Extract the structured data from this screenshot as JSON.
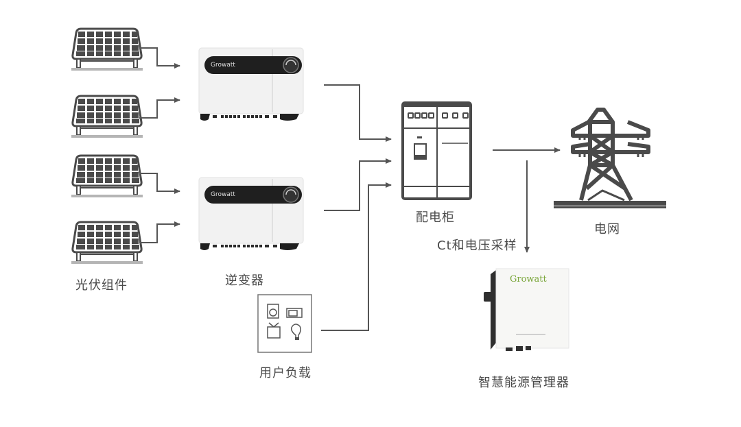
{
  "labels": {
    "pv_modules": "光伏组件",
    "inverter": "逆变器",
    "distribution_cabinet": "配电柜",
    "grid": "电网",
    "sampling": "Ct和电压采样",
    "user_load": "用户负载",
    "energy_manager": "智慧能源管理器"
  },
  "brand": {
    "inverter_logo": "Growatt",
    "manager_logo": "Growatt",
    "manager_logo_color": "#7aa63a"
  },
  "colors": {
    "icon_dark": "#4a4a4a",
    "line": "#555555",
    "ground": "#b5b5b5"
  },
  "counts": {
    "pv_modules": 4,
    "inverters": 2
  }
}
